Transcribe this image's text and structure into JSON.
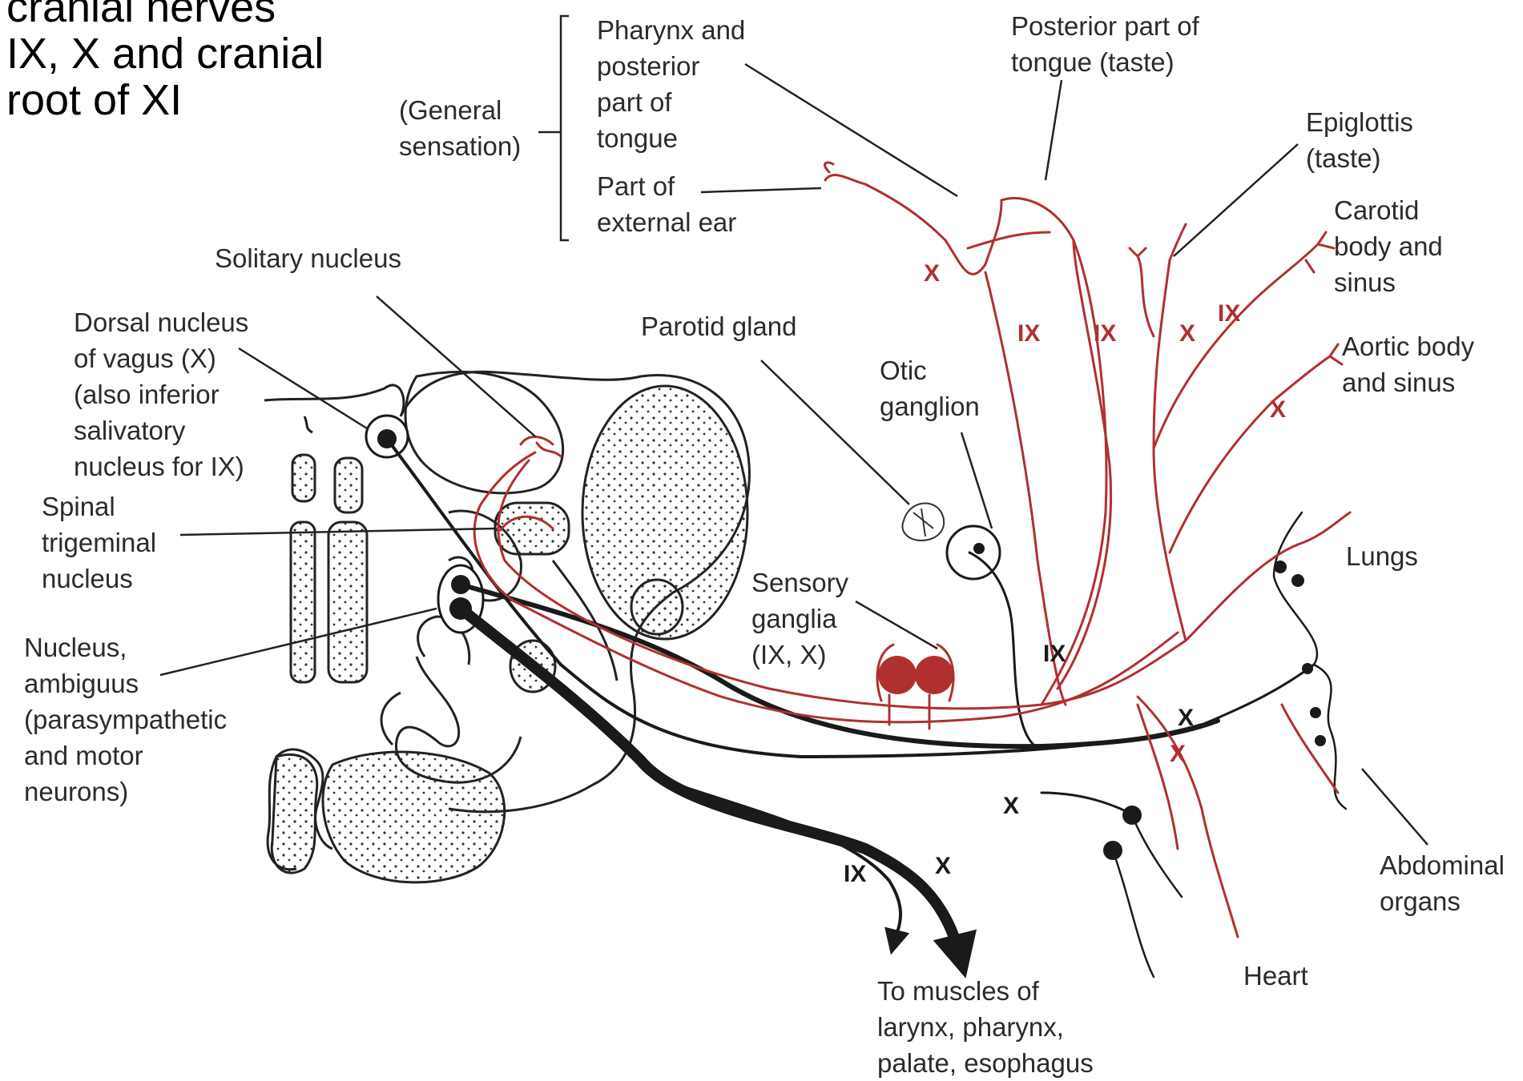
{
  "title": {
    "line1": "cranial nerves",
    "line2": "IX, X and cranial",
    "line3": "root of XI"
  },
  "labels": {
    "general_sensation": "(General\nsensation)",
    "pharynx_tongue": "Pharynx and\nposterior\npart of\ntongue",
    "external_ear": "Part of\nexternal ear",
    "posterior_tongue_taste": "Posterior part of\ntongue (taste)",
    "epiglottis": "Epiglottis\n(taste)",
    "carotid": "Carotid\nbody and\nsinus",
    "aortic": "Aortic body\nand sinus",
    "solitary": "Solitary nucleus",
    "dorsal_vagus": "Dorsal nucleus\nof vagus (X)\n(also inferior\nsalivatory\nnucleus for IX)",
    "parotid": "Parotid gland",
    "otic": "Otic\nganglion",
    "spinal_trigeminal": "Spinal\ntrigeminal\nnucleus",
    "sensory_ganglia": "Sensory\nganglia\n(IX, X)",
    "lungs": "Lungs",
    "ambiguus": "Nucleus,\nambiguus\n(parasympathetic\nand motor\nneurons)",
    "abdominal": "Abdominal\norgans",
    "heart": "Heart",
    "muscles": "To muscles of\nlarynx, pharynx,\npalate, esophagus"
  },
  "nerve_marks": {
    "x_ear": "X",
    "ix_1": "IX",
    "ix_2": "IX",
    "x_epi": "X",
    "ix_carotid": "IX",
    "x_aortic": "X",
    "ix_otic": "IX",
    "x_vagus_black": "X",
    "x_vagus_red": "X",
    "x_heart": "X",
    "ix_muscle": "IX",
    "x_muscle": "X"
  },
  "colors": {
    "sensory_red": "#b03030",
    "motor_black": "#1a1a1a",
    "outline": "#222222"
  }
}
